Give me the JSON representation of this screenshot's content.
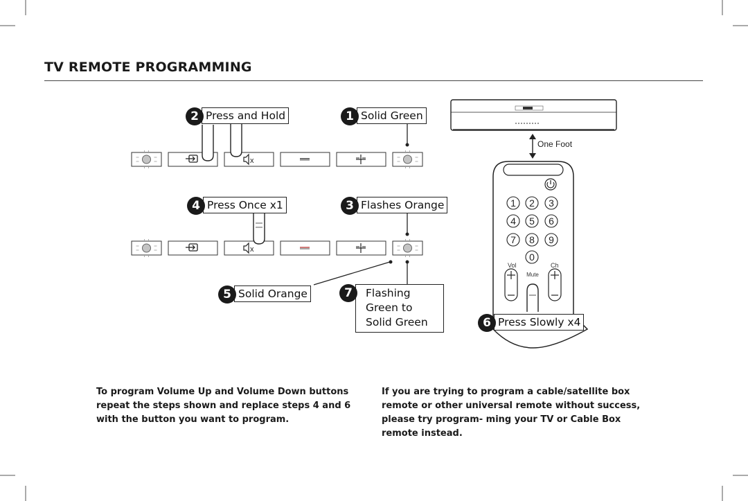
{
  "title": "TV REMOTE PROGRAMMING",
  "steps": [
    {
      "num": "2",
      "label": "Press and Hold"
    },
    {
      "num": "1",
      "label": "Solid Green"
    },
    {
      "num": "4",
      "label": "Press Once x1"
    },
    {
      "num": "3",
      "label": "Flashes Orange"
    },
    {
      "num": "5",
      "label": "Solid Orange"
    },
    {
      "num": "7",
      "line1": "Flashing",
      "line2": "Green to",
      "line3": "Solid Green"
    },
    {
      "num": "6",
      "label": "Press Slowly x4"
    }
  ],
  "soundbar": {
    "distance_label": "One Foot"
  },
  "remote": {
    "keys": [
      "1",
      "2",
      "3",
      "4",
      "5",
      "6",
      "7",
      "8",
      "9",
      "0"
    ],
    "vol_label": "Vol",
    "ch_label": "Ch",
    "mute_label": "Mute"
  },
  "panel_buttons": [
    "power-indicator",
    "input",
    "mute",
    "volume-down",
    "volume-up",
    "power-indicator"
  ],
  "paragraphs": {
    "left": "To program Volume Up and Volume Down buttons repeat the steps shown and replace steps 4 and 6 with the button you want to program.",
    "right_a": "If you are trying to program a cable/satellite box remote or other universal remote without success, please try program- ming your TV or Cable Box",
    "right_b": "remote instead."
  },
  "colors": {
    "ink": "#1a1a1a",
    "orange_led": "#c0504d",
    "led_gray": "#bfbfbf"
  }
}
